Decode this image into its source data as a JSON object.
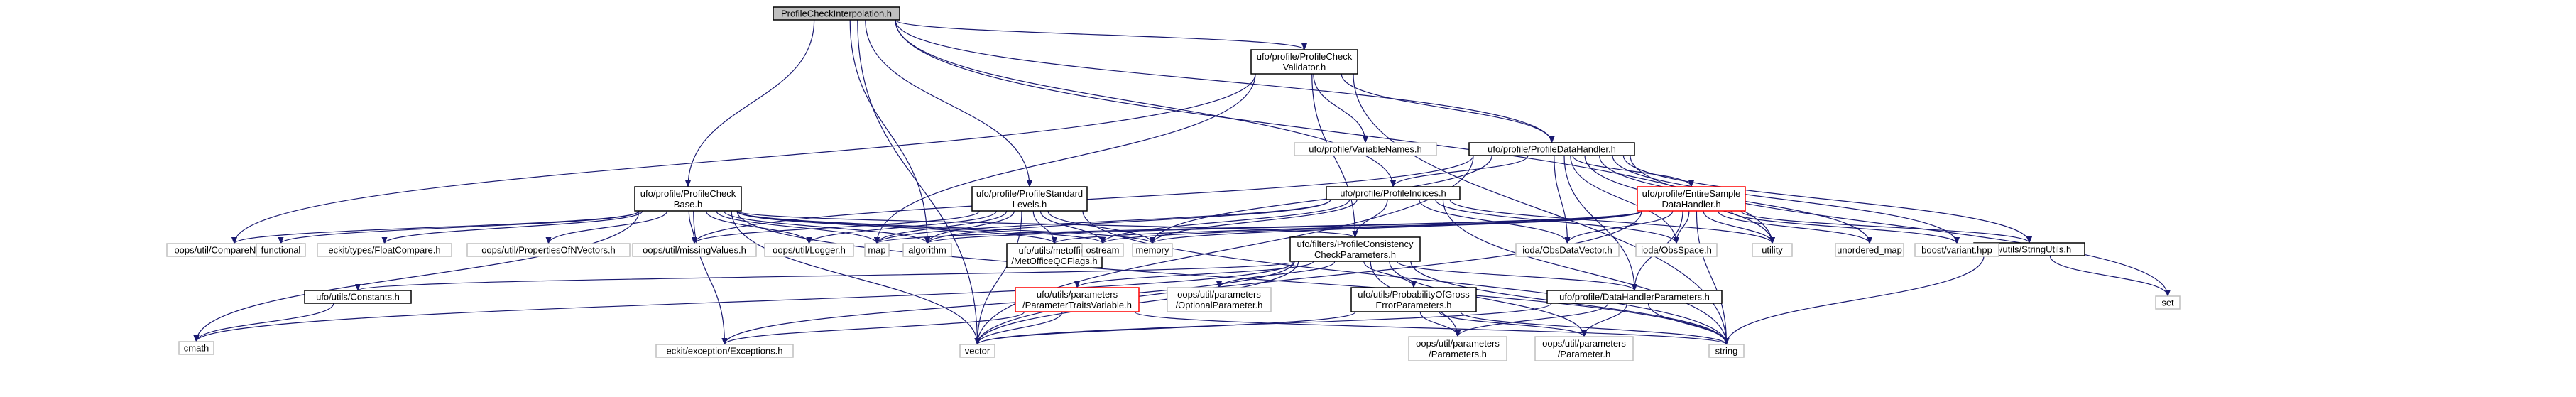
{
  "diagram": {
    "nodes": [
      {
        "id": "root",
        "lines": [
          "ProfileCheckInterpolation.h"
        ],
        "style": "root"
      },
      {
        "id": "pcv",
        "lines": [
          "ufo/profile/ProfileCheck",
          "Validator.h"
        ],
        "style": "box"
      },
      {
        "id": "pdh",
        "lines": [
          "ufo/profile/ProfileDataHandler.h"
        ],
        "style": "box"
      },
      {
        "id": "vn",
        "lines": [
          "ufo/profile/VariableNames.h"
        ],
        "style": "plain"
      },
      {
        "id": "pcb",
        "lines": [
          "ufo/profile/ProfileCheck",
          "Base.h"
        ],
        "style": "box"
      },
      {
        "id": "psl",
        "lines": [
          "ufo/profile/ProfileStandard",
          "Levels.h"
        ],
        "style": "box"
      },
      {
        "id": "pi",
        "lines": [
          "ufo/profile/ProfileIndices.h"
        ],
        "style": "box"
      },
      {
        "id": "esdh",
        "lines": [
          "ufo/profile/EntireSample",
          "DataHandler.h"
        ],
        "style": "red"
      },
      {
        "id": "pccp",
        "lines": [
          "ufo/filters/ProfileConsistency",
          "CheckParameters.h"
        ],
        "style": "box"
      },
      {
        "id": "su",
        "lines": [
          "ufo/utils/StringUtils.h"
        ],
        "style": "box"
      },
      {
        "id": "metoffice",
        "lines": [
          "ufo/utils/metoffice",
          "/MetOfficeQCFlags.h"
        ],
        "style": "box"
      },
      {
        "id": "cnv",
        "lines": [
          "oops/util/CompareNVectors.h"
        ],
        "style": "plain"
      },
      {
        "id": "functional",
        "lines": [
          "functional"
        ],
        "style": "plain"
      },
      {
        "id": "floatcompare",
        "lines": [
          "eckit/types/FloatCompare.h"
        ],
        "style": "plain"
      },
      {
        "id": "propnv",
        "lines": [
          "oops/util/PropertiesOfNVectors.h"
        ],
        "style": "plain"
      },
      {
        "id": "missing",
        "lines": [
          "oops/util/missingValues.h"
        ],
        "style": "plain"
      },
      {
        "id": "logger",
        "lines": [
          "oops/util/Logger.h"
        ],
        "style": "plain"
      },
      {
        "id": "map",
        "lines": [
          "map"
        ],
        "style": "plain"
      },
      {
        "id": "algorithm",
        "lines": [
          "algorithm"
        ],
        "style": "plain"
      },
      {
        "id": "ostream",
        "lines": [
          "ostream"
        ],
        "style": "plain"
      },
      {
        "id": "memory",
        "lines": [
          "memory"
        ],
        "style": "plain"
      },
      {
        "id": "obsdatavector",
        "lines": [
          "ioda/ObsDataVector.h"
        ],
        "style": "plain"
      },
      {
        "id": "obsspace",
        "lines": [
          "ioda/ObsSpace.h"
        ],
        "style": "plain"
      },
      {
        "id": "utility",
        "lines": [
          "utility"
        ],
        "style": "plain"
      },
      {
        "id": "unordered",
        "lines": [
          "unordered_map"
        ],
        "style": "plain"
      },
      {
        "id": "variant",
        "lines": [
          "boost/variant.hpp"
        ],
        "style": "plain"
      },
      {
        "id": "set",
        "lines": [
          "set"
        ],
        "style": "plain"
      },
      {
        "id": "constants",
        "lines": [
          "ufo/utils/Constants.h"
        ],
        "style": "box"
      },
      {
        "id": "ptv",
        "lines": [
          "ufo/utils/parameters",
          "/ParameterTraitsVariable.h"
        ],
        "style": "red"
      },
      {
        "id": "optparam",
        "lines": [
          "oops/util/parameters",
          "/OptionalParameter.h"
        ],
        "style": "plain"
      },
      {
        "id": "pgep",
        "lines": [
          "ufo/utils/ProbabilityOfGross",
          "ErrorParameters.h"
        ],
        "style": "box"
      },
      {
        "id": "dhp",
        "lines": [
          "ufo/profile/DataHandlerParameters.h"
        ],
        "style": "box"
      },
      {
        "id": "cmath",
        "lines": [
          "cmath"
        ],
        "style": "plain"
      },
      {
        "id": "exceptions",
        "lines": [
          "eckit/exception/Exceptions.h"
        ],
        "style": "plain"
      },
      {
        "id": "vector",
        "lines": [
          "vector"
        ],
        "style": "plain"
      },
      {
        "id": "params",
        "lines": [
          "oops/util/parameters",
          "/Parameters.h"
        ],
        "style": "plain"
      },
      {
        "id": "param",
        "lines": [
          "oops/util/parameters",
          "/Parameter.h"
        ],
        "style": "plain"
      },
      {
        "id": "string",
        "lines": [
          "string"
        ],
        "style": "plain"
      }
    ],
    "edges": [
      [
        "root",
        "pcv"
      ],
      [
        "root",
        "pdh"
      ],
      [
        "root",
        "pcb"
      ],
      [
        "root",
        "psl"
      ],
      [
        "root",
        "pi"
      ],
      [
        "root",
        "utility"
      ],
      [
        "root",
        "algorithm"
      ],
      [
        "root",
        "vector"
      ],
      [
        "pcv",
        "vn"
      ],
      [
        "pcv",
        "pdh"
      ],
      [
        "pcv",
        "pccp"
      ],
      [
        "pcv",
        "map"
      ],
      [
        "pcv",
        "string"
      ],
      [
        "pcv",
        "cnv"
      ],
      [
        "pdh",
        "pi"
      ],
      [
        "pdh",
        "esdh"
      ],
      [
        "pdh",
        "dhp"
      ],
      [
        "pdh",
        "su"
      ],
      [
        "pdh",
        "obsdatavector"
      ],
      [
        "pdh",
        "obsspace"
      ],
      [
        "pdh",
        "utility"
      ],
      [
        "pdh",
        "unordered"
      ],
      [
        "pdh",
        "variant"
      ],
      [
        "pdh",
        "vector"
      ],
      [
        "pdh",
        "missing"
      ],
      [
        "pdh",
        "memory"
      ],
      [
        "pdh",
        "set"
      ],
      [
        "pcb",
        "functional"
      ],
      [
        "pcb",
        "floatcompare"
      ],
      [
        "pcb",
        "propnv"
      ],
      [
        "pcb",
        "missing"
      ],
      [
        "pcb",
        "logger"
      ],
      [
        "pcb",
        "map"
      ],
      [
        "pcb",
        "algorithm"
      ],
      [
        "pcb",
        "metoffice"
      ],
      [
        "pcb",
        "ostream"
      ],
      [
        "pcb",
        "memory"
      ],
      [
        "pcb",
        "cnv"
      ],
      [
        "pcb",
        "cmath"
      ],
      [
        "pcb",
        "exceptions"
      ],
      [
        "pcb",
        "vector"
      ],
      [
        "pcb",
        "string"
      ],
      [
        "pcb",
        "pccp"
      ],
      [
        "psl",
        "metoffice"
      ],
      [
        "psl",
        "logger"
      ],
      [
        "psl",
        "missing"
      ],
      [
        "psl",
        "algorithm"
      ],
      [
        "psl",
        "ostream"
      ],
      [
        "psl",
        "memory"
      ],
      [
        "psl",
        "map"
      ],
      [
        "psl",
        "string"
      ],
      [
        "psl",
        "vector"
      ],
      [
        "pi",
        "pccp"
      ],
      [
        "pi",
        "obsdatavector"
      ],
      [
        "pi",
        "obsspace"
      ],
      [
        "pi",
        "utility"
      ],
      [
        "pi",
        "string"
      ],
      [
        "pi",
        "algorithm"
      ],
      [
        "pi",
        "map"
      ],
      [
        "pi",
        "ostream"
      ],
      [
        "pi",
        "memory"
      ],
      [
        "esdh",
        "obsdatavector"
      ],
      [
        "esdh",
        "obsspace"
      ],
      [
        "esdh",
        "su"
      ],
      [
        "esdh",
        "utility"
      ],
      [
        "esdh",
        "unordered"
      ],
      [
        "esdh",
        "variant"
      ],
      [
        "esdh",
        "dhp"
      ],
      [
        "esdh",
        "string"
      ],
      [
        "esdh",
        "vector"
      ],
      [
        "esdh",
        "memory"
      ],
      [
        "esdh",
        "ostream"
      ],
      [
        "esdh",
        "map"
      ],
      [
        "esdh",
        "algorithm"
      ],
      [
        "esdh",
        "metoffice"
      ],
      [
        "pccp",
        "constants"
      ],
      [
        "pccp",
        "ptv"
      ],
      [
        "pccp",
        "optparam"
      ],
      [
        "pccp",
        "pgep"
      ],
      [
        "pccp",
        "dhp"
      ],
      [
        "pccp",
        "params"
      ],
      [
        "pccp",
        "param"
      ],
      [
        "pccp",
        "string"
      ],
      [
        "pccp",
        "vector"
      ],
      [
        "pccp",
        "exceptions"
      ],
      [
        "pccp",
        "cmath"
      ],
      [
        "su",
        "string"
      ],
      [
        "su",
        "set"
      ],
      [
        "constants",
        "cmath"
      ],
      [
        "ptv",
        "exceptions"
      ],
      [
        "ptv",
        "vector"
      ],
      [
        "ptv",
        "string"
      ],
      [
        "pgep",
        "params"
      ],
      [
        "pgep",
        "param"
      ],
      [
        "pgep",
        "string"
      ],
      [
        "pgep",
        "vector"
      ],
      [
        "dhp",
        "params"
      ],
      [
        "dhp",
        "param"
      ],
      [
        "dhp",
        "string"
      ],
      [
        "dhp",
        "vector"
      ]
    ]
  }
}
